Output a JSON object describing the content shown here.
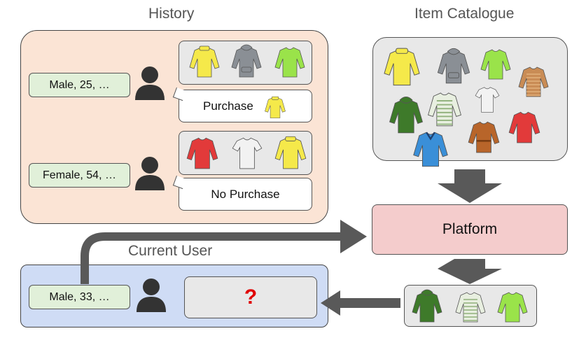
{
  "history": {
    "title": "History",
    "users": [
      {
        "attributes": "Male, 25, …",
        "result": "Purchase",
        "recommended": [
          "yellow-sweater",
          "gray-hoodie",
          "green-top"
        ],
        "purchased": "yellow-sweater"
      },
      {
        "attributes": "Female, 54, …",
        "result": "No Purchase",
        "recommended": [
          "red-dress",
          "white-tshirt",
          "yellow-sweater"
        ]
      }
    ]
  },
  "catalogue": {
    "title": "Item Catalogue",
    "items": [
      "yellow-sweater",
      "gray-hoodie",
      "green-top",
      "striped-cardigan",
      "green-hoodie",
      "striped-sweater",
      "white-tshirt",
      "red-dress",
      "blue-sweater",
      "brown-coat"
    ]
  },
  "platform": {
    "label": "Platform"
  },
  "current_user": {
    "title": "Current User",
    "attributes": "Male, 33, …",
    "outcome": "?",
    "recommended": [
      "green-hoodie",
      "striped-sweater",
      "green-top"
    ]
  },
  "colors": {
    "history_bg": "#fbe4d5",
    "current_bg": "#cfdcf5",
    "platform_bg": "#f4cccc",
    "chip_bg": "#e1f0d9",
    "arrow": "#595959",
    "question": "#e00000"
  }
}
